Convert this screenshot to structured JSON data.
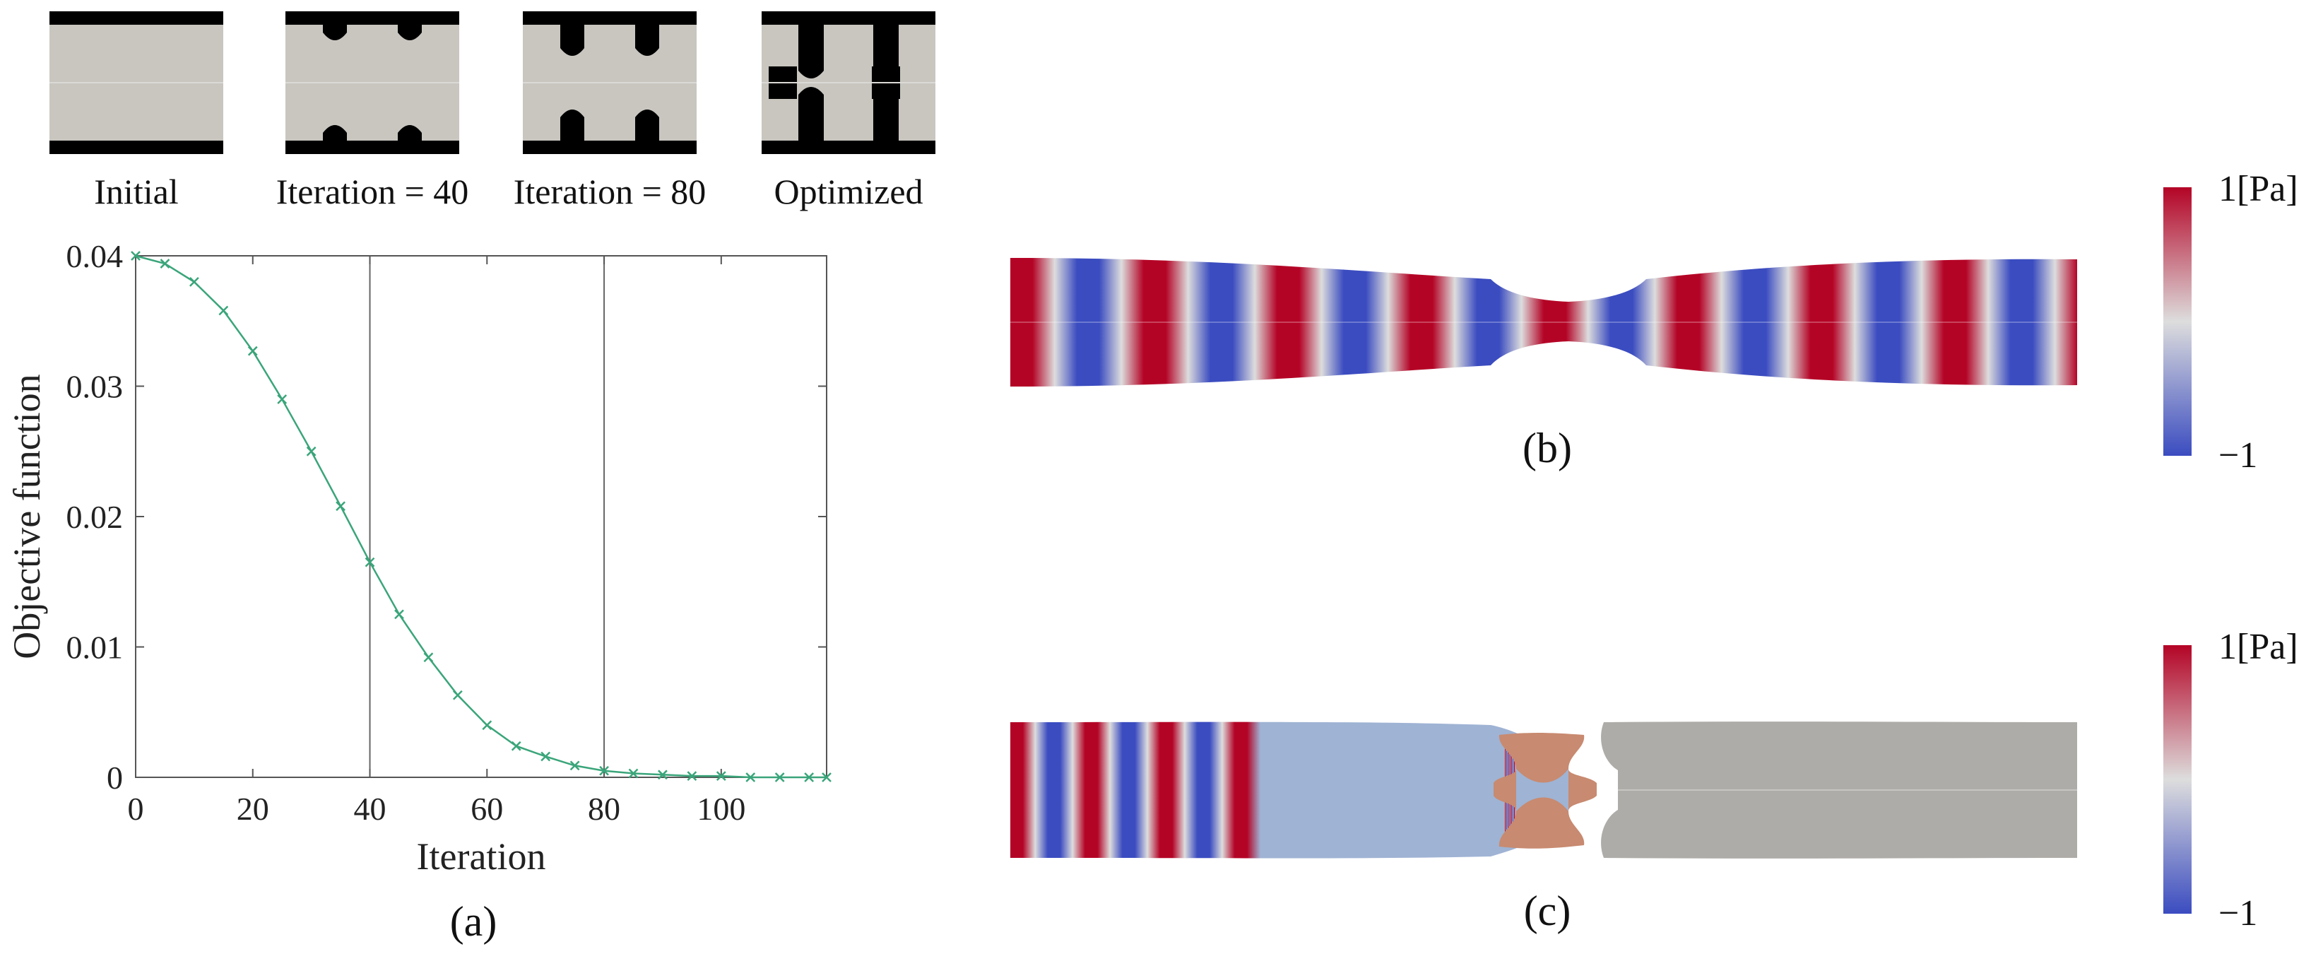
{
  "thumbnails": [
    {
      "label": "Initial",
      "stage": 0
    },
    {
      "label": "Iteration = 40",
      "stage": 1
    },
    {
      "label": "Iteration = 80",
      "stage": 2
    },
    {
      "label": "Optimized",
      "stage": 3
    }
  ],
  "panels": {
    "a": "(a)",
    "b": "(b)",
    "c": "(c)"
  },
  "colorbar": {
    "max_label": "1[Pa]",
    "min_label": "−1",
    "low_color": "#3b4cc0",
    "mid_color": "#dddddd",
    "high_color": "#b40426"
  },
  "chart_data": {
    "type": "scatter",
    "xlabel": "Iteration",
    "ylabel": "Objective function",
    "xlim": [
      0,
      118
    ],
    "ylim": [
      0,
      0.04
    ],
    "xticks": [
      0,
      20,
      40,
      60,
      80,
      100
    ],
    "xtick_labels": [
      "0",
      "20",
      "40",
      "60",
      "80",
      "100"
    ],
    "yticks": [
      0,
      0.01,
      0.02,
      0.03,
      0.04
    ],
    "ytick_labels": [
      "0",
      "0.01",
      "0.02",
      "0.03",
      "0.04"
    ],
    "vlines": [
      40,
      80
    ],
    "grid": false,
    "series": [
      {
        "color": "#3aa57a",
        "marker": "x",
        "x": [
          0,
          5,
          10,
          15,
          20,
          25,
          30,
          35,
          40,
          45,
          50,
          55,
          60,
          65,
          70,
          75,
          80,
          85,
          90,
          95,
          100,
          105,
          110,
          115,
          118
        ],
        "y": [
          0.04,
          0.0394,
          0.038,
          0.0358,
          0.0327,
          0.029,
          0.025,
          0.0208,
          0.0165,
          0.0125,
          0.0092,
          0.0063,
          0.004,
          0.0024,
          0.0016,
          0.0009,
          0.0005,
          0.0003,
          0.0002,
          0.0001,
          0.0001,
          0.0,
          0.0,
          0.0,
          0.0
        ]
      }
    ]
  }
}
